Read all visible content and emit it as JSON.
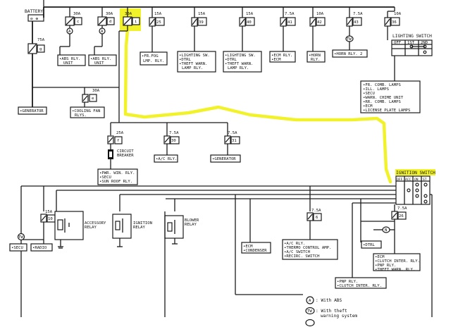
{
  "battery": "BATTERY",
  "fuses": {
    "c": {
      "amp": "30A",
      "id": "c"
    },
    "d": {
      "amp": "30A",
      "id": "d"
    },
    "i": {
      "amp": "30A",
      "id": "i"
    },
    "f25": {
      "amp": "15A",
      "id": "25"
    },
    "f39": {
      "amp": "15A",
      "id": "39"
    },
    "f40": {
      "amp": "15A",
      "id": "40"
    },
    "f41": {
      "amp": "7.5A",
      "id": "41"
    },
    "f42": {
      "amp": "10A",
      "id": "42"
    },
    "f43": {
      "amp": "7.5A",
      "id": "43"
    },
    "f36": {
      "amp": "10A",
      "id": "36"
    },
    "g": {
      "amp": "75A",
      "id": "g"
    },
    "e": {
      "amp": "30A",
      "id": "e"
    },
    "f": {
      "amp": "25A",
      "id": "f"
    },
    "f30": {
      "amp": "7.5A",
      "id": "30"
    },
    "f31": {
      "amp": "7.5A",
      "id": "31"
    },
    "f10": {
      "amp": "15A",
      "id": "10"
    },
    "f6": {
      "amp": "7.5A",
      "id": "6"
    },
    "f26": {
      "amp": "7.5A",
      "id": "26"
    }
  },
  "labels": {
    "abs_unit": [
      "•ABS RLY.",
      "UNIT"
    ],
    "abs_unit2": [
      "•ABS RLY.",
      "UNIT"
    ],
    "fr_fog": [
      "•FR.FOG",
      "LMP. RLY."
    ],
    "lighting1": [
      "•LIGHTING SW.",
      "•DTRL",
      "•THEFT WARN.",
      "LAMP RLY."
    ],
    "lighting2": [
      "•LIGHTING SW.",
      "•DTRL",
      "•THEFT WARN.",
      "LAMP RLY."
    ],
    "ecm_rly": [
      "•ECM RLY.",
      "•ECM"
    ],
    "horn": [
      "•HORN",
      "RLY."
    ],
    "horn2": "•HORN RLY. 2",
    "lamps": [
      "•FR. COMB. LAMPS",
      "•ILL. LAMPS",
      "•SECU",
      "•WARN. CHIME UNIT",
      "•RR. COMB. LAMPS",
      "•ECM",
      "•LICENSE PLATE LAMPS"
    ],
    "generator": "•GENERATOR",
    "cooling_fan": [
      "•COOLING FAN",
      "RLYS."
    ],
    "circuit_breaker": [
      "CIRCUIT",
      "BREAKER"
    ],
    "ac_rly": "•A/C RLY.",
    "generator2": "•GENERATOR",
    "pwr_win": [
      "•PWR. WIN. RLY.",
      "•SECU",
      "•SUN ROOF RLY."
    ],
    "secu": "•SECU",
    "radio": "•RADIO",
    "accessory_relay": [
      "ACCESSORY",
      "RELAY"
    ],
    "ignition_relay": [
      "IGNITION",
      "RELAY"
    ],
    "blower_relay": [
      "BLOWER",
      "RELAY"
    ],
    "ecm_condenser": [
      "•ECM",
      "•CONDENSER"
    ],
    "ac_thermo": [
      "•A/C RLY.",
      "•THERMO CONTROL AMP.",
      "•A/C SWITCH",
      "•RECIRC. SWITCH"
    ],
    "dtrl": "•DTRL",
    "ecm_clutch": [
      "•ECM",
      "•CLUTCH INTER. RLY.",
      "•PNP RLY.",
      "•THEFT WARN. RLY."
    ],
    "pnp_clutch": [
      "•PNP RLY.",
      "•CLUTCH INTER. RLY."
    ]
  },
  "lighting_switch": {
    "title": "LIGHTING SWITCH",
    "positions": [
      "OFF",
      "1ST",
      "2ND"
    ]
  },
  "ignition_switch": {
    "title": "IGNITION SWITCH",
    "positions": [
      "OFF",
      "ACC",
      "ON",
      "ST"
    ]
  },
  "legend": [
    {
      "symbol": "A",
      "text": ": With ABS"
    },
    {
      "symbol": "TW",
      "text": ": With theft warning system"
    }
  ],
  "symbols": {
    "theft": "TW",
    "abs": "A",
    "na": "N"
  },
  "highlight_color": "#f2f22b"
}
